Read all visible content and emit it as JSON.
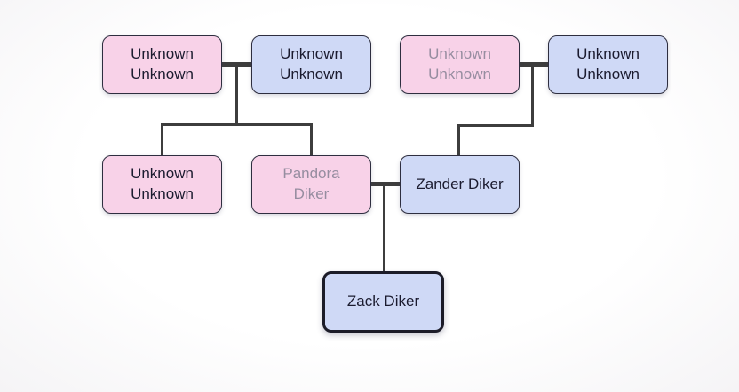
{
  "diagram": {
    "type": "family-tree",
    "surname": "Diker",
    "colors": {
      "female_fill": "#f8d2e8",
      "male_fill": "#cfd9f6",
      "node_border": "#2e2e3f",
      "selected_border": "#1c1c28",
      "connector_line": "#3d3d3d",
      "text": "#1b1b2f",
      "faded_text": "#968da0"
    },
    "nodes": [
      {
        "id": "gm-paternal-unknown",
        "label": "Unknown\nUnknown",
        "gender": "female",
        "faded": false,
        "selected": false
      },
      {
        "id": "gf-paternal-unknown",
        "label": "Unknown\nUnknown",
        "gender": "male",
        "faded": false,
        "selected": false
      },
      {
        "id": "gm-maternal-unknown",
        "label": "Unknown\nUnknown",
        "gender": "female",
        "faded": true,
        "selected": false
      },
      {
        "id": "gf-maternal-unknown",
        "label": "Unknown\nUnknown",
        "gender": "male",
        "faded": false,
        "selected": false
      },
      {
        "id": "aunt-unknown",
        "label": "Unknown\nUnknown",
        "gender": "female",
        "faded": false,
        "selected": false
      },
      {
        "id": "pandora-diker",
        "label": "Pandora\nDiker",
        "gender": "female",
        "faded": true,
        "selected": false
      },
      {
        "id": "zander-diker",
        "label": "Zander Diker",
        "gender": "male",
        "faded": false,
        "selected": false
      },
      {
        "id": "zack-diker",
        "label": "Zack Diker",
        "gender": "male",
        "faded": false,
        "selected": true
      }
    ],
    "relationships": [
      {
        "type": "couple",
        "between": [
          "gm-paternal-unknown",
          "gf-paternal-unknown"
        ],
        "children": [
          "aunt-unknown",
          "pandora-diker"
        ]
      },
      {
        "type": "couple",
        "between": [
          "gm-maternal-unknown",
          "gf-maternal-unknown"
        ],
        "children": [
          "zander-diker"
        ]
      },
      {
        "type": "couple",
        "between": [
          "pandora-diker",
          "zander-diker"
        ],
        "children": [
          "zack-diker"
        ]
      }
    ]
  }
}
